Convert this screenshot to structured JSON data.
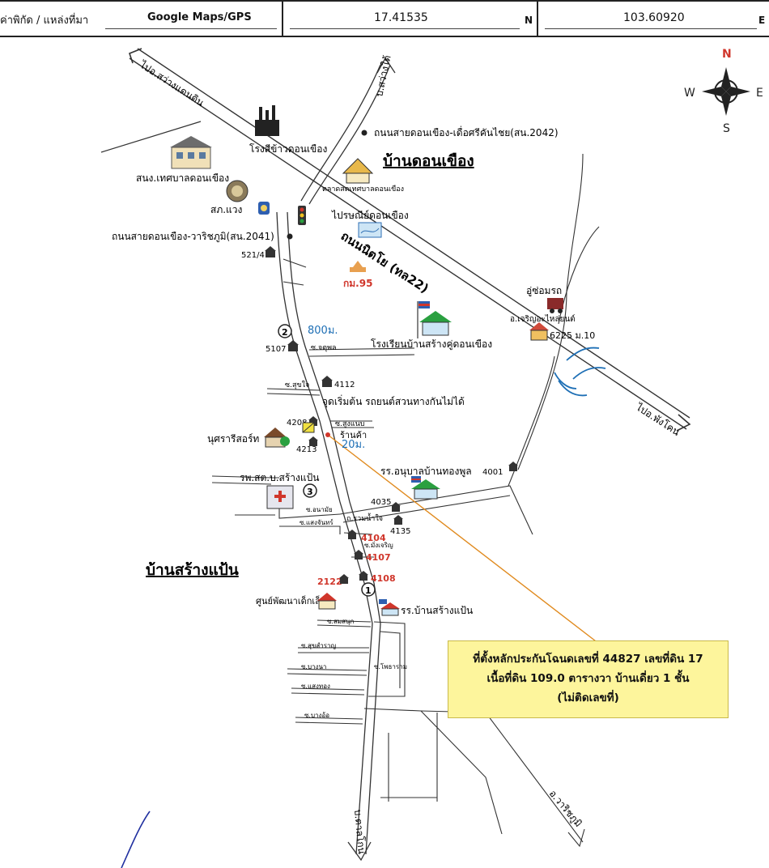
{
  "header": {
    "coord_label": "ค่าพิกัด / แหล่งที่มา",
    "source": "Google Maps/GPS",
    "latitude": "17.41535",
    "lat_suffix": "N",
    "longitude": "103.60920",
    "lon_suffix": "E"
  },
  "compass": {
    "n": "N",
    "s": "S",
    "e": "E",
    "w": "W"
  },
  "colors": {
    "road": "#333333",
    "accent_red": "#d0362b",
    "accent_blue": "#1e6fb5",
    "note_bg": "#fdf59c",
    "pointer": "#e08a1e"
  },
  "roads": {
    "to_sawang": "ไปอ.สว่างแดนดิน",
    "to_phangkhon": "ไปอ.พังโคน",
    "main_road": "ถนนนิตโย (ทล22)",
    "road_2042": "ถนนสายดอนเขือง-เดื่อศรีคันไชย(สน.2042)",
    "road_2041": "ถนนสายดอนเขือง-วาริชภูมิ(สน.2041)",
    "to_sawang_north": "บ.สว่างใต้",
    "to_tanlakon": "บ.ตาลโกน",
    "to_warichaphum": "อ.วาริชภูมิ"
  },
  "places": {
    "village_donkhueang": "บ้านดอนเขือง",
    "village_sangpaen": "บ้านสร้างแป้น",
    "rice_mill": "โรงสีข้าวดอนเขือง",
    "municipal_office": "สนง.เทศบาลดอนเขือง",
    "police": "สภ.แวง",
    "market": "ตลาดสดเทศบาลดอนเขือง",
    "post_office": "ไปรษณีย์ดอนเขือง",
    "km": "กม.95",
    "garage": "อู่ซ่อมรถ",
    "parts_shop": "อ.เจริญอะไหล่ยนต์",
    "school": "โรงเรียนบ้านสร้างคู่ดอนเขือง",
    "start_point": "จุดเริ่มต้น รถยนต์สวนทางกันไม่ได้",
    "resort": "นุศรารีสอร์ท",
    "shop": "ร้านค้า",
    "kindergarten": "รร.อนุบาลบ้านทองพูล",
    "hospital": "รพ.สต.บ.สร้างแป้น",
    "child_center": "ศูนย์พัฒนาเด็กเล็ก",
    "school_sangpaen": "รร.บ้านสร้างแป้น"
  },
  "houses": {
    "h521": "521/4",
    "h5107": "5107",
    "h4112": "4112",
    "h4208": "4208",
    "h4213": "4213",
    "h6225": "6225 ม.10",
    "h4001": "4001",
    "h4035": "4035",
    "h4135": "4135",
    "h4104": "4104",
    "h4107": "4107",
    "h4108": "4108",
    "h2122": "2122"
  },
  "lanes": {
    "jatphon": "ซ.จตุพล",
    "sukjai": "ซ.สุขใจ",
    "sungnaep": "ซ.สูงแนบ",
    "anamai": "ซ.อนามัย",
    "ruamnamjai": "ถ.รวมน้ำใจ",
    "saengjan": "ซ.แสงจันทร์",
    "mangmi": "ซ.มั่งเจริญ",
    "somsanuk": "ซ.สมสนุก",
    "sukjaroen": "ซ.สุขสำราญ",
    "bangna": "ซ.บางนา",
    "phaet": "ซ.โพธาราม",
    "saengthong": "ซ.แสงทอง",
    "bangon": "ซ.บางอ้อ"
  },
  "distances": {
    "d800": "800ม.",
    "d20": "20ม."
  },
  "markers": {
    "m1": "1",
    "m2": "2",
    "m3": "3"
  },
  "note": {
    "line1": "ที่ตั้งหลักประกันโฉนดเลขที่ 44827 เลขที่ดิน 17",
    "line2": "เนื้อที่ดิน 109.0 ตารางวา บ้านเดี่ยว 1 ชั้น",
    "line3": "(ไม่ติดเลขที่)"
  }
}
